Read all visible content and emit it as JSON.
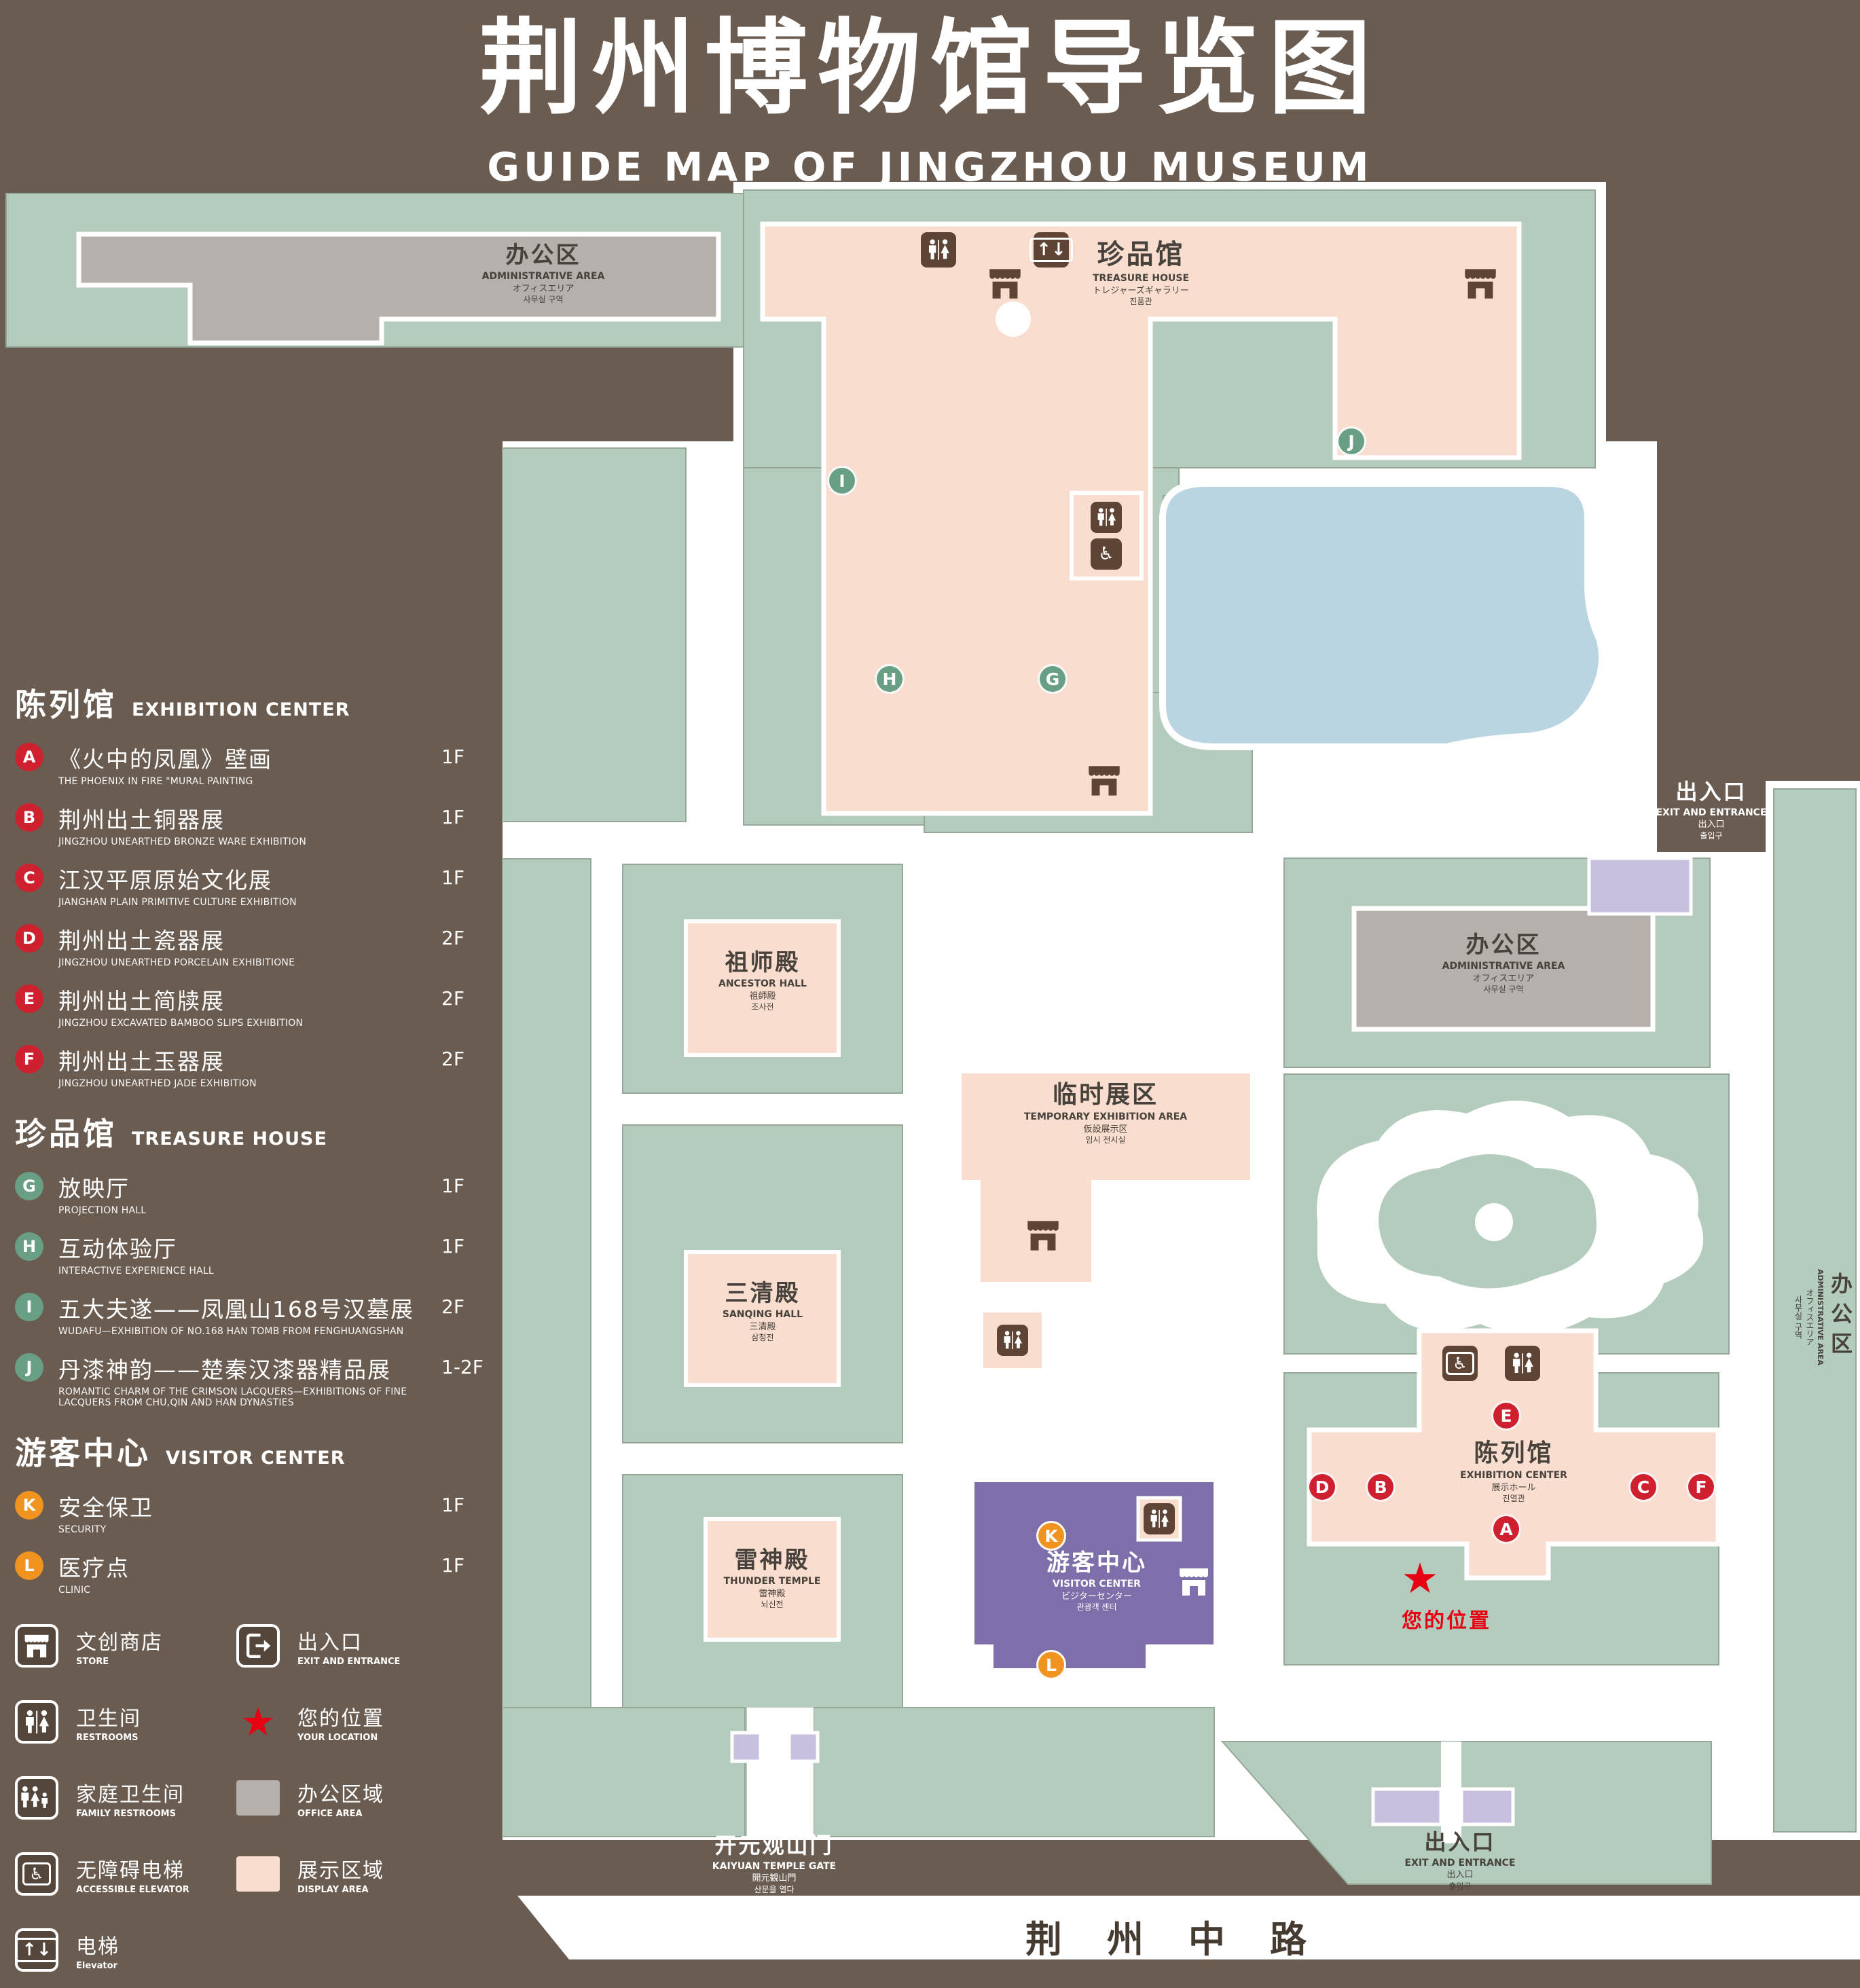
{
  "header": {
    "title": "荆州博物馆导览图",
    "subtitle": "GUIDE MAP OF JINGZHOU MUSEUM"
  },
  "sidebar": {
    "exhibition": {
      "zh": "陈列馆",
      "en": "EXHIBITION CENTER",
      "items": [
        {
          "key": "A",
          "zh": "《火中的凤凰》壁画",
          "en": "THE PHOENIX IN FIRE \"MURAL PAINTING",
          "floor": "1F"
        },
        {
          "key": "B",
          "zh": "荆州出土铜器展",
          "en": "JINGZHOU UNEARTHED BRONZE WARE EXHIBITION",
          "floor": "1F"
        },
        {
          "key": "C",
          "zh": "江汉平原原始文化展",
          "en": "JIANGHAN PLAIN PRIMITIVE CULTURE EXHIBITION",
          "floor": "1F"
        },
        {
          "key": "D",
          "zh": "荆州出土瓷器展",
          "en": "JINGZHOU UNEARTHED PORCELAIN EXHIBITIONE",
          "floor": "2F"
        },
        {
          "key": "E",
          "zh": "荆州出土简牍展",
          "en": "JINGZHOU EXCAVATED BAMBOO SLIPS EXHIBITION",
          "floor": "2F"
        },
        {
          "key": "F",
          "zh": "荆州出土玉器展",
          "en": "JINGZHOU UNEARTHED JADE EXHIBITION",
          "floor": "2F"
        }
      ]
    },
    "treasure": {
      "zh": "珍品馆",
      "en": "TREASURE HOUSE",
      "items": [
        {
          "key": "G",
          "zh": "放映厅",
          "en": "PROJECTION HALL",
          "floor": "1F"
        },
        {
          "key": "H",
          "zh": "互动体验厅",
          "en": "INTERACTIVE EXPERIENCE HALL",
          "floor": "1F"
        },
        {
          "key": "I",
          "zh": "五大夫遂——凤凰山168号汉墓展",
          "en": "WUDAFU—EXHIBITION OF NO.168 HAN TOMB FROM FENGHUANGSHAN",
          "floor": "2F"
        },
        {
          "key": "J",
          "zh": "丹漆神韵——楚秦汉漆器精品展",
          "en": "ROMANTIC CHARM OF THE CRIMSON LACQUERS—EXHIBITIONS OF FINE LACQUERS FROM CHU,QIN AND HAN DYNASTIES",
          "floor": "1-2F"
        }
      ]
    },
    "visitor": {
      "zh": "游客中心",
      "en": "VISITOR CENTER",
      "items": [
        {
          "key": "K",
          "zh": "安全保卫",
          "en": "SECURITY",
          "floor": "1F"
        },
        {
          "key": "L",
          "zh": "医疗点",
          "en": "CLINIC",
          "floor": "1F"
        }
      ]
    },
    "symbols_col1": [
      {
        "icon": "store-icon",
        "zh": "文创商店",
        "en": "STORE"
      },
      {
        "icon": "restroom-icon",
        "zh": "卫生间",
        "en": "RESTROOMS"
      },
      {
        "icon": "family-restroom-icon",
        "zh": "家庭卫生间",
        "en": "FAMILY RESTROOMS"
      },
      {
        "icon": "accessible-elevator-icon",
        "zh": "无障碍电梯",
        "en": "ACCESSIBLE ELEVATOR"
      },
      {
        "icon": "elevator-icon",
        "zh": "电梯",
        "en": "Elevator"
      }
    ],
    "symbols_col2": [
      {
        "icon": "exit-icon",
        "zh": "出入口",
        "en": "EXIT AND ENTRANCE"
      },
      {
        "icon": "location-star-icon",
        "zh": "您的位置",
        "en": "YOUR LOCATION"
      },
      {
        "icon": "office-swatch",
        "zh": "办公区域",
        "en": "OFFICE AREA"
      },
      {
        "icon": "display-swatch",
        "zh": "展示区域",
        "en": "DISPLAY AREA"
      }
    ]
  },
  "map": {
    "labels": {
      "admin_nw": {
        "zh": "办公区",
        "en": "ADMINISTRATIVE AREA",
        "ja": "オフィスエリア",
        "ko": "사무실 구역"
      },
      "treasure": {
        "zh": "珍品馆",
        "en": "TREASURE HOUSE",
        "ja": "トレジャーズギャラリー",
        "ko": "진품관"
      },
      "exit_right": {
        "zh": "出入口",
        "en": "EXIT AND ENTRANCE",
        "ja": "出入口",
        "ko": "출입구"
      },
      "ancestor": {
        "zh": "祖师殿",
        "en": "ANCESTOR HALL",
        "ja": "祖師殿",
        "ko": "조사전"
      },
      "admin_right": {
        "zh": "办公区",
        "en": "ADMINISTRATIVE AREA",
        "ja": "オフィスエリア",
        "ko": "사무실 구역"
      },
      "temporary": {
        "zh": "临时展区",
        "en": "TEMPORARY EXHIBITION AREA",
        "ja": "仮設展示区",
        "ko": "임시 전시실"
      },
      "sanqing": {
        "zh": "三清殿",
        "en": "SANQING HALL",
        "ja": "三清殿",
        "ko": "삼청전"
      },
      "thunder": {
        "zh": "雷神殿",
        "en": "THUNDER TEMPLE",
        "ja": "雷神殿",
        "ko": "뇌신전"
      },
      "visitor": {
        "zh": "游客中心",
        "en": "VISITOR CENTER",
        "ja": "ビジターセンター",
        "ko": "관광객 센터"
      },
      "exhibition": {
        "zh": "陈列馆",
        "en": "EXHIBITION CENTER",
        "ja": "展示ホール",
        "ko": "진열관"
      },
      "admin_far_right": {
        "zh": "办公区",
        "en": "ADMINISTRATIVE AREA",
        "ja": "オフィスエリア",
        "ko": "사무실 구역"
      },
      "gate": {
        "zh": "开元观山门",
        "en": "KAIYUAN TEMPLE GATE",
        "ja": "開元観山門",
        "ko": "산문을 열다"
      },
      "exit_bottom": {
        "zh": "出入口",
        "en": "EXIT AND ENTRANCE",
        "ja": "出入口",
        "ko": "출입구"
      }
    },
    "markers": {
      "A": "A",
      "B": "B",
      "C": "C",
      "D": "D",
      "E": "E",
      "F": "F",
      "G": "G",
      "H": "H",
      "I": "I",
      "J": "J",
      "K": "K",
      "L": "L"
    },
    "your_location": "您的位置",
    "road": "荆州中路"
  },
  "colors": {
    "background": "#6b5c51",
    "green_area": "#b4ccbd",
    "display_area": "#f9ddcf",
    "office_area": "#b5b0ac",
    "pond": "#b9d5e2",
    "visitor_center": "#7e6fab",
    "entrance_building": "#c9bfde",
    "marker_red": "#cf2030",
    "marker_green": "#69a085",
    "marker_orange": "#f0931f",
    "location_red": "#e60012",
    "icon_brown": "#5d4434"
  }
}
